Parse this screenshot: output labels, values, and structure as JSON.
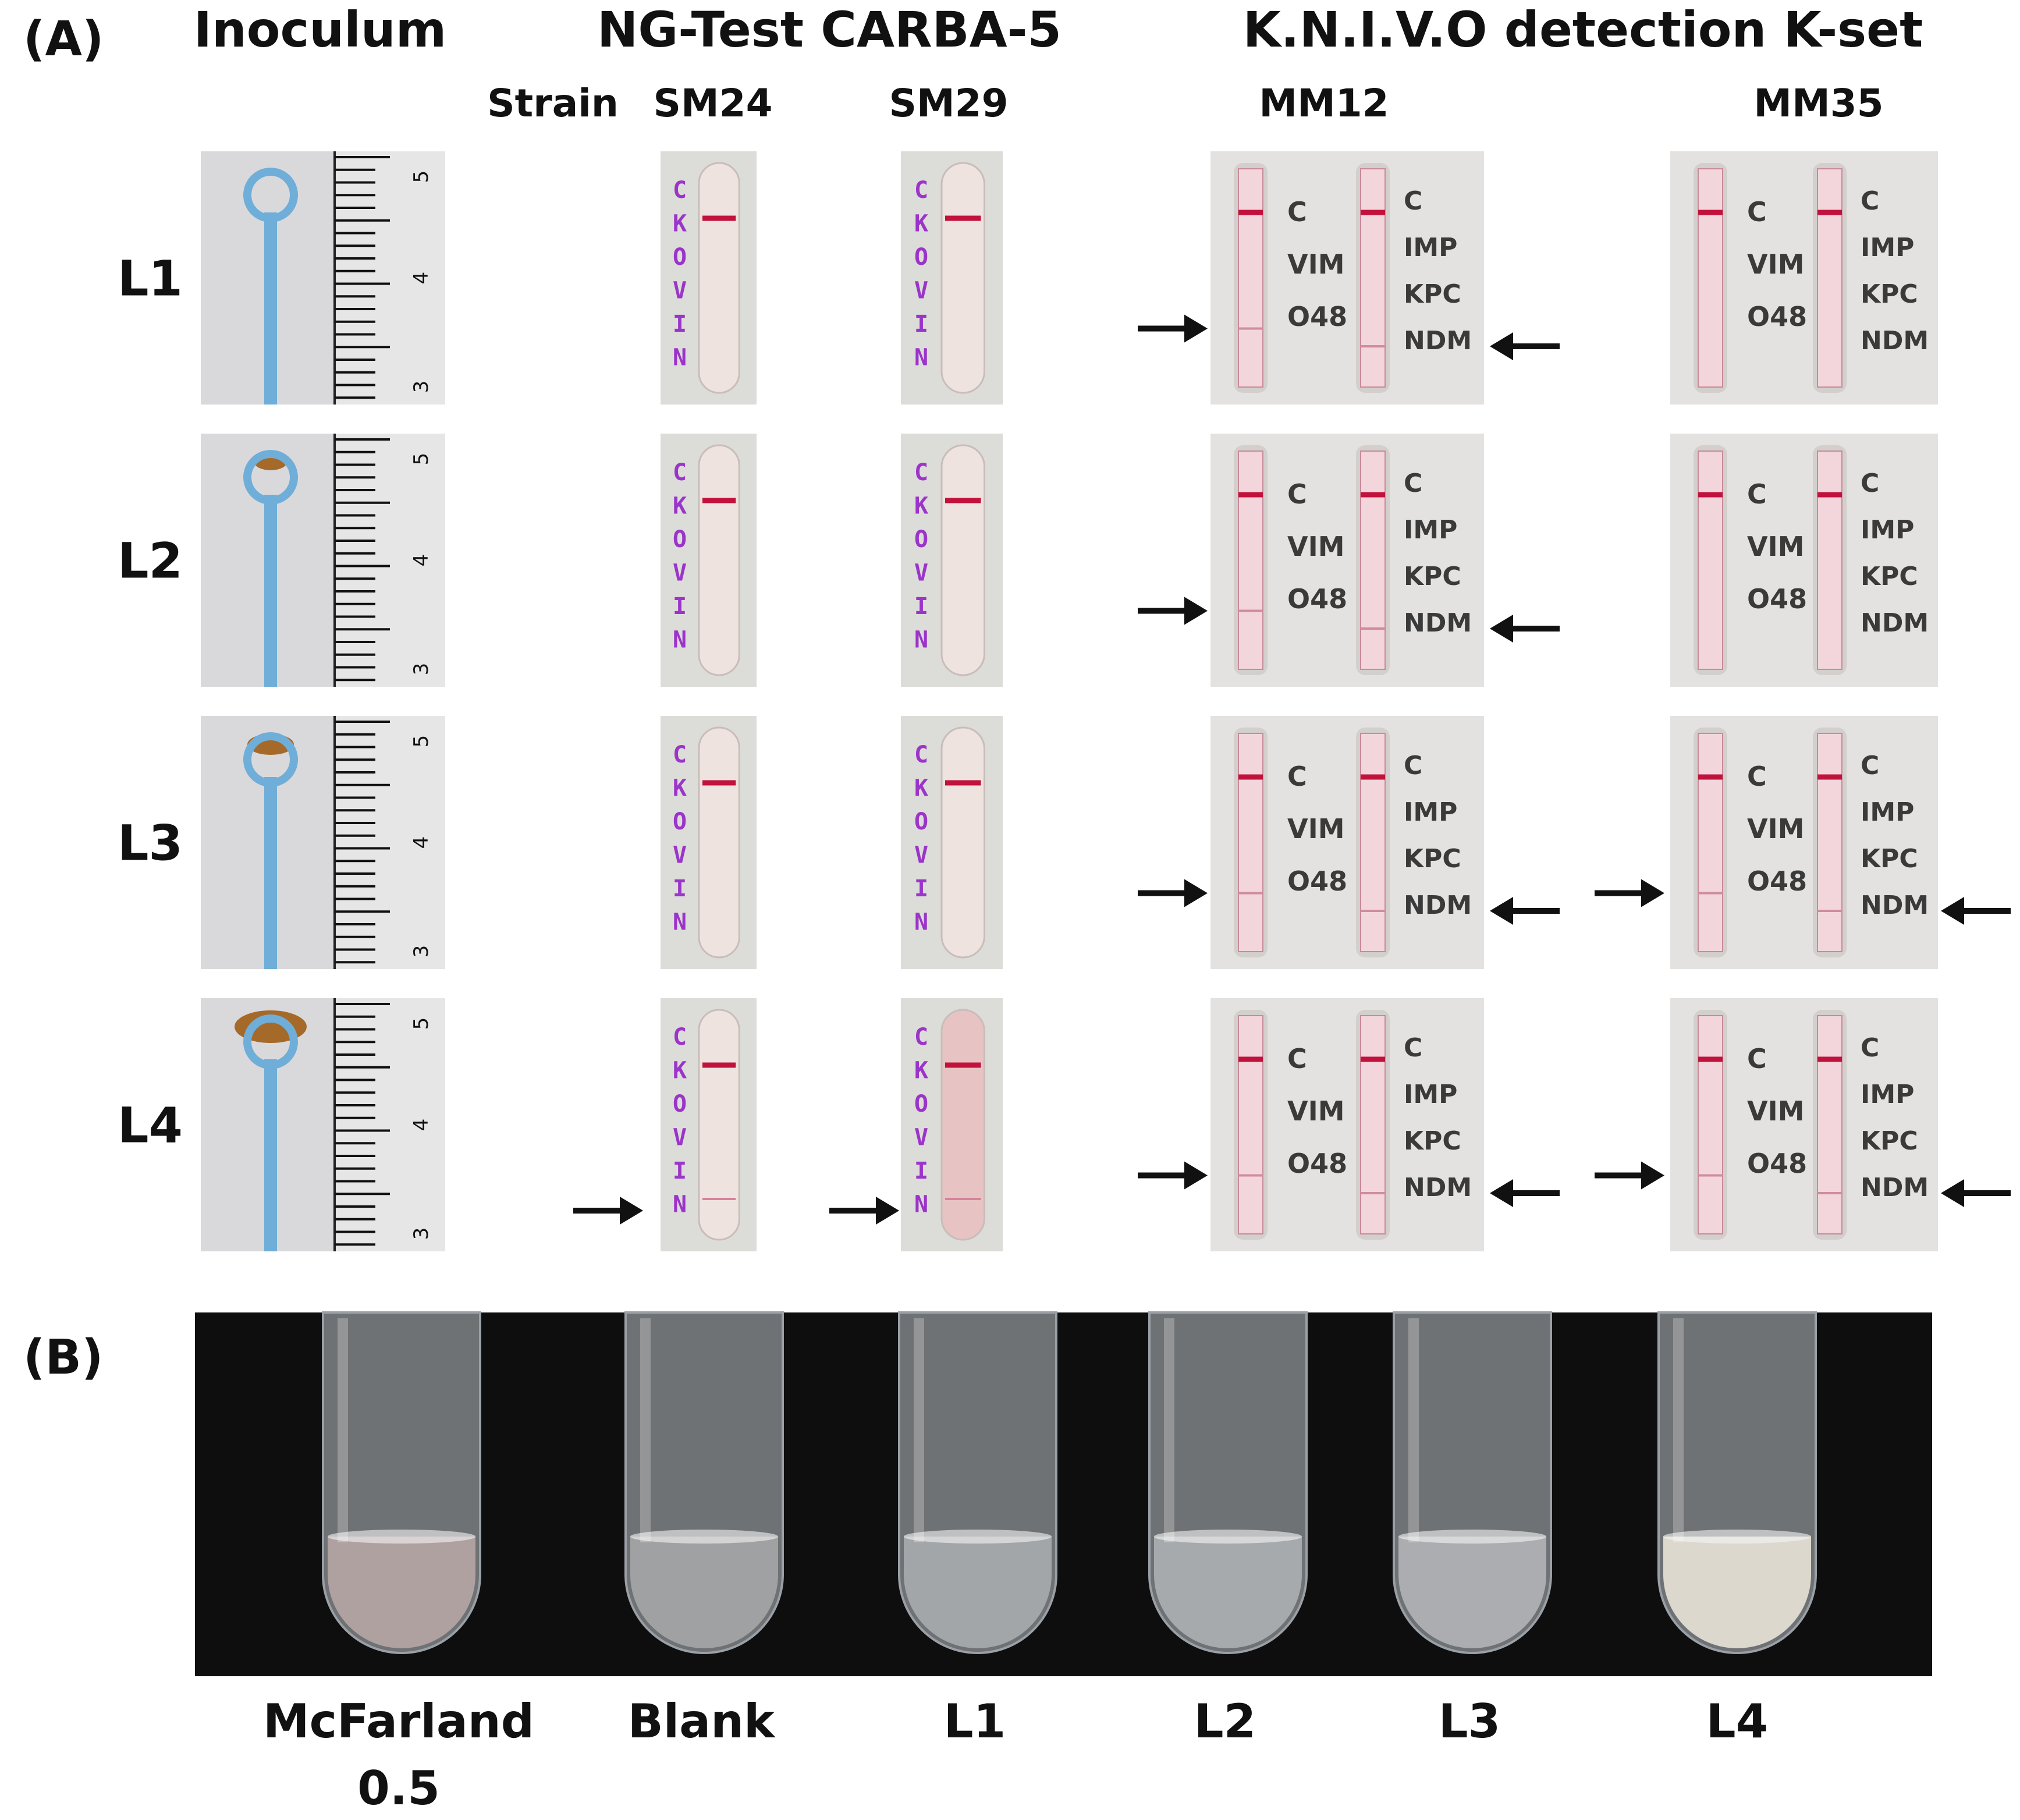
{
  "panel_a": {
    "label": "(A)",
    "headers": {
      "inoculum": "Inoculum",
      "ng_test": "NG-Test CARBA-5",
      "knivo": "K.N.I.V.O detection K-set"
    },
    "strain_label": "Strain",
    "strains": [
      "SM24",
      "SM29",
      "MM12",
      "MM35"
    ],
    "rows": [
      "L1",
      "L2",
      "L3",
      "L4"
    ],
    "ruler_numbers": [
      "5",
      "4",
      "3"
    ],
    "ng_strip_text": [
      "C",
      "K",
      "O",
      "V",
      "I",
      "N"
    ],
    "knivo_left_labels": [
      "C",
      "VIM",
      "O48"
    ],
    "knivo_right_labels": [
      "C",
      "IMP",
      "KPC",
      "NDM"
    ]
  },
  "panel_b": {
    "label": "(B)",
    "tubes": [
      "McFarland",
      "Blank",
      "L1",
      "L2",
      "L3",
      "L4"
    ],
    "mcfarland_value": "0.5"
  },
  "colors": {
    "control_line": "#c1123c",
    "strip_bg": "#f3d6dc",
    "loop_blue": "#6faed8",
    "ng_text": "#9b35c9",
    "panel_b_bg": "#0e0e0e"
  }
}
